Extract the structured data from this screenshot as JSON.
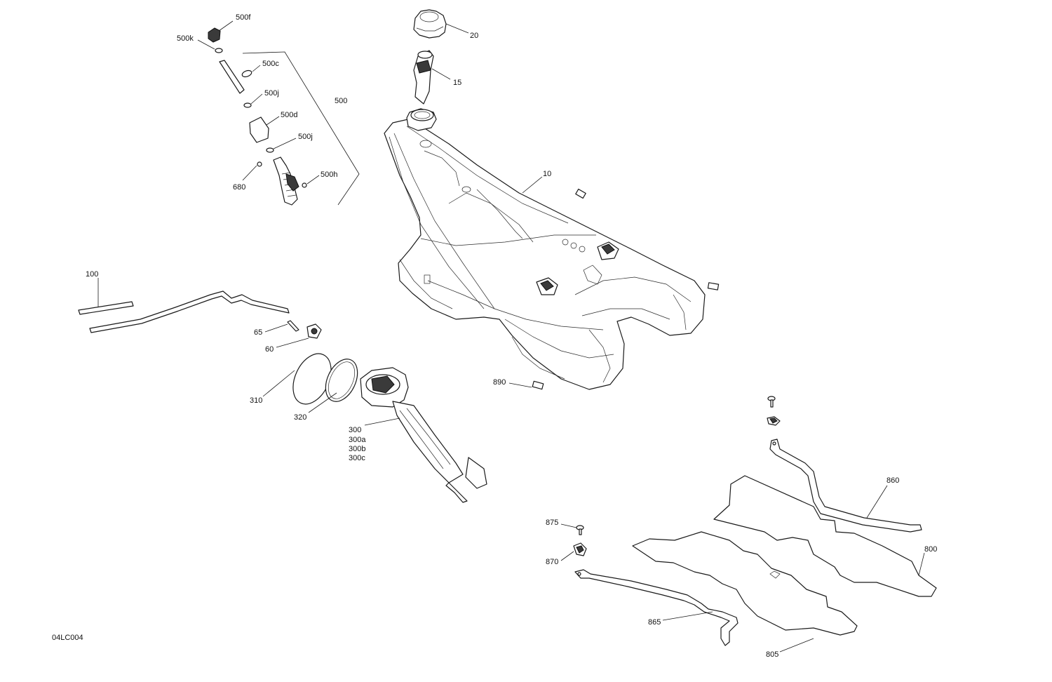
{
  "drawing_code": "04LC004",
  "callouts": {
    "c500f": "500f",
    "c500k": "500k",
    "c500c": "500c",
    "c500j_top": "500j",
    "c500d": "500d",
    "c500j_bottom": "500j",
    "c500": "500",
    "c680": "680",
    "c500h": "500h",
    "c20": "20",
    "c15": "15",
    "c10": "10",
    "c100": "100",
    "c65": "65",
    "c60": "60",
    "c310": "310",
    "c320": "320",
    "c300": "300",
    "c300a": "300a",
    "c300b": "300b",
    "c300c": "300c",
    "c890": "890",
    "c860": "860",
    "c800": "800",
    "c875": "875",
    "c870": "870",
    "c865": "865",
    "c805": "805"
  }
}
